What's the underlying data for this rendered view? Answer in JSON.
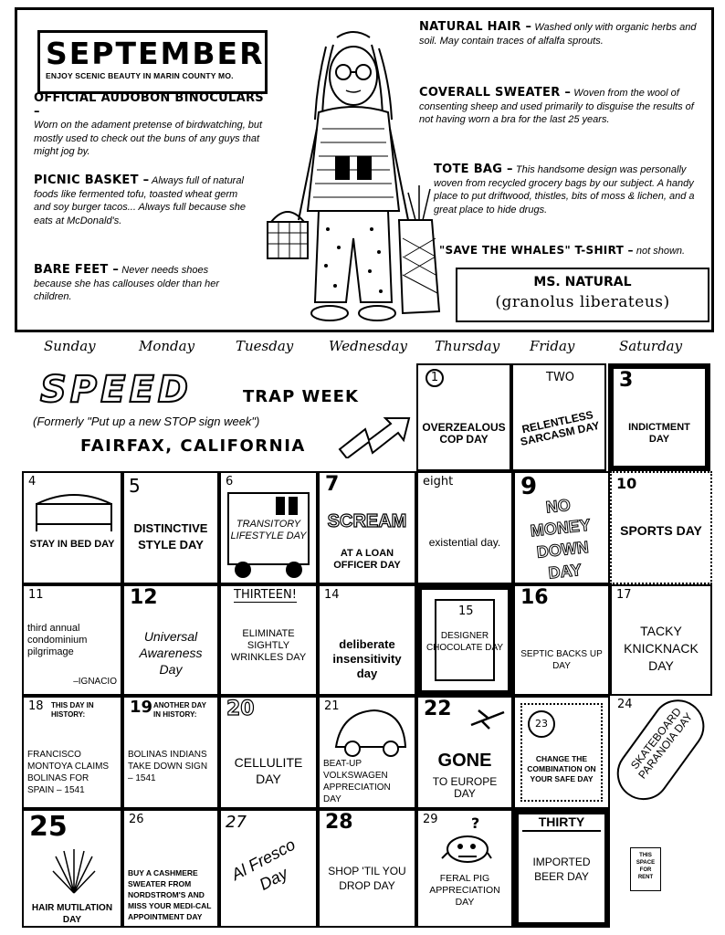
{
  "header": {
    "month": "SEPTEMBER",
    "subtitle": "ENJOY SCENIC BEAUTY IN MARIN COUNTY MO."
  },
  "notes": {
    "binoculars_head": "OFFICIAL AUDOBON BINOCULARS –",
    "binoculars_body": "Worn on the adament pretense of birdwatching, but mostly used to check out the buns of any guys that might jog by.",
    "basket_head": "PICNIC BASKET –",
    "basket_body": "Always full of natural foods like fermented tofu, toasted wheat germ and soy burger tacos... Always full because she eats at McDonald's.",
    "feet_head": "BARE FEET –",
    "feet_body": "Never needs shoes because she has callouses older than her children.",
    "hair_head": "NATURAL HAIR –",
    "hair_body": "Washed only with organic herbs and soil. May contain traces of alfalfa sprouts.",
    "sweater_head": "COVERALL SWEATER –",
    "sweater_body": "Woven from the wool of consenting sheep and used primarily to disguise the results of not having worn a bra for the last 25 years.",
    "tote_head": "TOTE BAG –",
    "tote_body": "This handsome design was personally woven from recycled grocery bags by our subject. A handy place to put driftwood, thistles, bits of moss & lichen, and a great place to hide drugs.",
    "tshirt_head": "\"SAVE THE WHALES\" T-SHIRT –",
    "tshirt_body": "not shown."
  },
  "species": {
    "common": "MS. NATURAL",
    "latin": "(granolus liberateus)"
  },
  "weekdays": [
    "Sunday",
    "Monday",
    "Tuesday",
    "Wednesday",
    "Thursday",
    "Friday",
    "Saturday"
  ],
  "speed": {
    "big": "SPEED",
    "trap": "TRAP WEEK",
    "formerly": "(Formerly \"Put up a new STOP sign week\")",
    "city": "FAIRFAX, CALIFORNIA"
  },
  "days": {
    "d1": {
      "num": "1",
      "label": "OVERZEALOUS COP DAY"
    },
    "d2": {
      "num": "TWO",
      "label": "RELENTLESS SARCASM DAY"
    },
    "d3": {
      "num": "3",
      "label": "INDICTMENT DAY"
    },
    "d4": {
      "num": "4",
      "label": "STAY IN BED DAY"
    },
    "d5": {
      "num": "5",
      "label": "DISTINCTIVE STYLE DAY"
    },
    "d6": {
      "num": "6",
      "label": "TRANSITORY LIFESTYLE DAY"
    },
    "d7": {
      "num": "7",
      "big": "SCREAM",
      "label": "AT A LOAN OFFICER DAY"
    },
    "d8": {
      "num": "eight",
      "label": "existential day."
    },
    "d9": {
      "num": "9",
      "label": "NO MONEY DOWN DAY"
    },
    "d10": {
      "num": "10",
      "label": "SPORTS DAY"
    },
    "d11": {
      "num": "11",
      "label": "third annual condominium pilgrimage",
      "sig": "–IGNACIO"
    },
    "d12": {
      "num": "12",
      "label": "Universal Awareness Day"
    },
    "d13": {
      "num": "THIRTEEN!",
      "label": "ELIMINATE SIGHTLY WRINKLES DAY"
    },
    "d14": {
      "num": "14",
      "label": "deliberate insensitivity day"
    },
    "d15": {
      "num": "15",
      "label": "DESIGNER CHOCOLATE DAY"
    },
    "d16": {
      "num": "16",
      "label": "SEPTIC BACKS UP DAY"
    },
    "d17": {
      "num": "17",
      "label": "TACKY KNICKNACK DAY"
    },
    "d18": {
      "num": "18",
      "hist": "THIS DAY IN HISTORY:",
      "label": "FRANCISCO MONTOYA CLAIMS BOLINAS FOR SPAIN – 1541"
    },
    "d19": {
      "num": "19",
      "hist": "ANOTHER DAY IN HISTORY:",
      "label": "BOLINAS INDIANS TAKE DOWN SIGN – 1541"
    },
    "d20": {
      "num": "20",
      "label": "CELLULITE DAY"
    },
    "d21": {
      "num": "21",
      "label": "BEAT-UP VOLKSWAGEN APPRECIATION DAY"
    },
    "d22": {
      "num": "22",
      "big": "GONE",
      "label": "TO EUROPE DAY"
    },
    "d23": {
      "num": "23",
      "label": "CHANGE THE COMBINATION ON YOUR SAFE DAY"
    },
    "d24": {
      "num": "24",
      "label": "SKATEBOARD PARANOIA DAY"
    },
    "d25": {
      "num": "25",
      "label": "HAIR MUTILATION DAY"
    },
    "d26": {
      "num": "26",
      "label": "BUY A CASHMERE SWEATER FROM NORDSTROM'S AND MISS YOUR MEDI-CAL APPOINTMENT DAY"
    },
    "d27": {
      "num": "27",
      "label": "Al Fresco Day"
    },
    "d28": {
      "num": "28",
      "label": "SHOP 'TIL YOU DROP DAY"
    },
    "d29": {
      "num": "29",
      "q": "?",
      "label": "FERAL PIG APPRECIATION DAY"
    },
    "d30": {
      "num": "THIRTY",
      "label": "IMPORTED BEER DAY"
    },
    "rent": {
      "label": "THIS SPACE FOR RENT"
    }
  }
}
